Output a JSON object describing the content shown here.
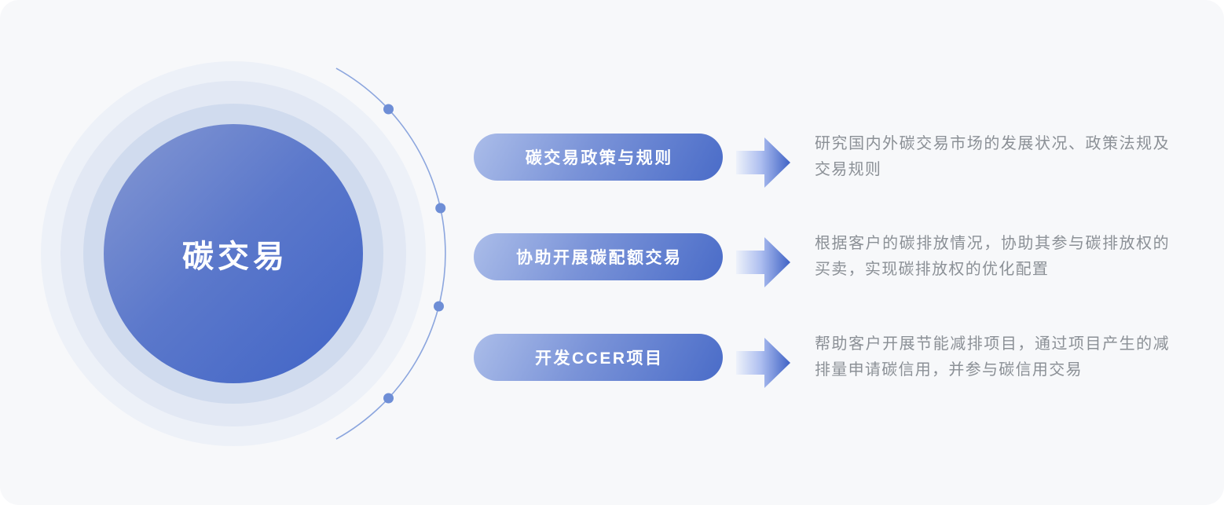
{
  "diagram": {
    "title": "碳交易",
    "rows": [
      {
        "pill_label": "碳交易政策与规则",
        "description": "研究国内外碳交易市场的发展状况、政策法规及交易规则"
      },
      {
        "pill_label": "协助开展碳配额交易",
        "description": "根据客户的碳排放情况，协助其参与碳排放权的买卖，实现碳排放权的优化配置"
      },
      {
        "pill_label": "开发CCER项目",
        "description": "帮助客户开展节能减排项目，通过项目产生的减排量申请碳信用，并参与碳信用交易"
      }
    ],
    "colors": {
      "card_background": "#f7f8fa",
      "ring_outer": "#edf1f8",
      "ring_mid": "#e2e8f4",
      "ring_inner": "#d0dbee",
      "core_gradient_start": "#8598d3",
      "core_gradient_end": "#4064c6",
      "pill_gradient_start": "#abbde9",
      "pill_gradient_end": "#4a6cc8",
      "arrow_gradient_start": "#eef2fa",
      "arrow_gradient_end": "#3f62c5",
      "arc_stroke": "#8ca6de",
      "dot_fill": "#6e8ed6",
      "description_text": "#8b9096",
      "pill_text": "#ffffff",
      "core_text": "#ffffff"
    }
  }
}
